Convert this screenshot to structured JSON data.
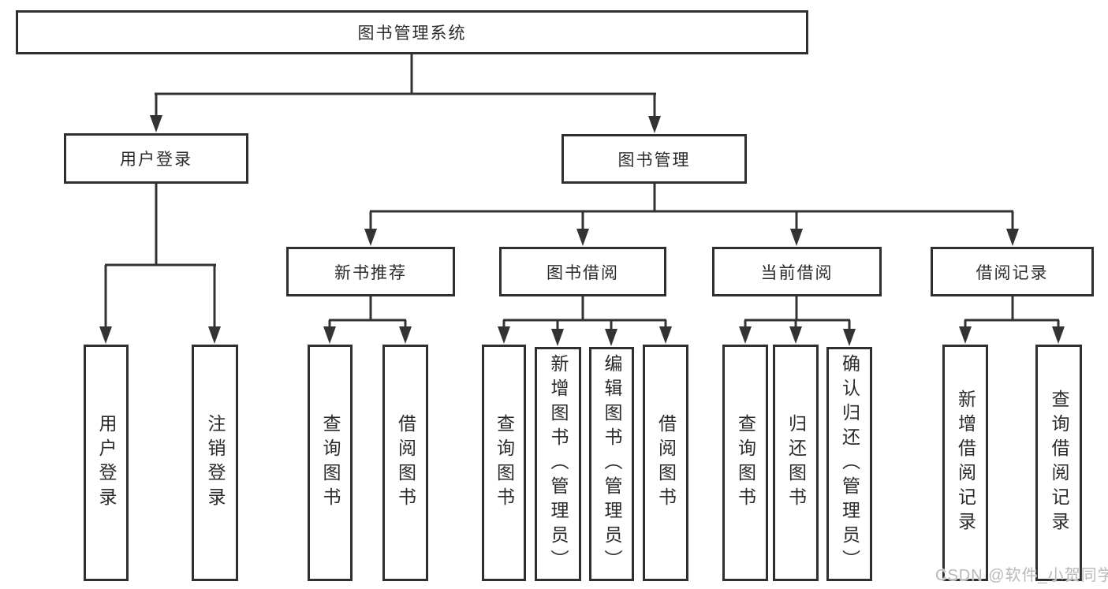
{
  "tree": {
    "label": "图书管理系统",
    "children": [
      {
        "label": "用户登录",
        "children": [
          {
            "label": "用户登录"
          },
          {
            "label": "注销登录"
          }
        ]
      },
      {
        "label": "图书管理",
        "children": [
          {
            "label": "新书推荐",
            "children": [
              {
                "label": "查询图书"
              },
              {
                "label": "借阅图书"
              }
            ]
          },
          {
            "label": "图书借阅",
            "children": [
              {
                "label": "查询图书"
              },
              {
                "label": "新增图书（管理员）"
              },
              {
                "label": "编辑图书（管理员）"
              },
              {
                "label": "借阅图书"
              }
            ]
          },
          {
            "label": "当前借阅",
            "children": [
              {
                "label": "查询图书"
              },
              {
                "label": "归还图书"
              },
              {
                "label": "确认归还（管理员）"
              }
            ]
          },
          {
            "label": "借阅记录",
            "children": [
              {
                "label": "新增借阅记录"
              },
              {
                "label": "查询借阅记录"
              }
            ]
          }
        ]
      }
    ]
  },
  "watermark": "CSDN @软件_小贺同学",
  "colors": {
    "line": "#333333",
    "box_border": "#2f2f2f",
    "box_background": "#ffffff",
    "text": "#2b2b2b",
    "watermark": "#b9b9b9"
  }
}
